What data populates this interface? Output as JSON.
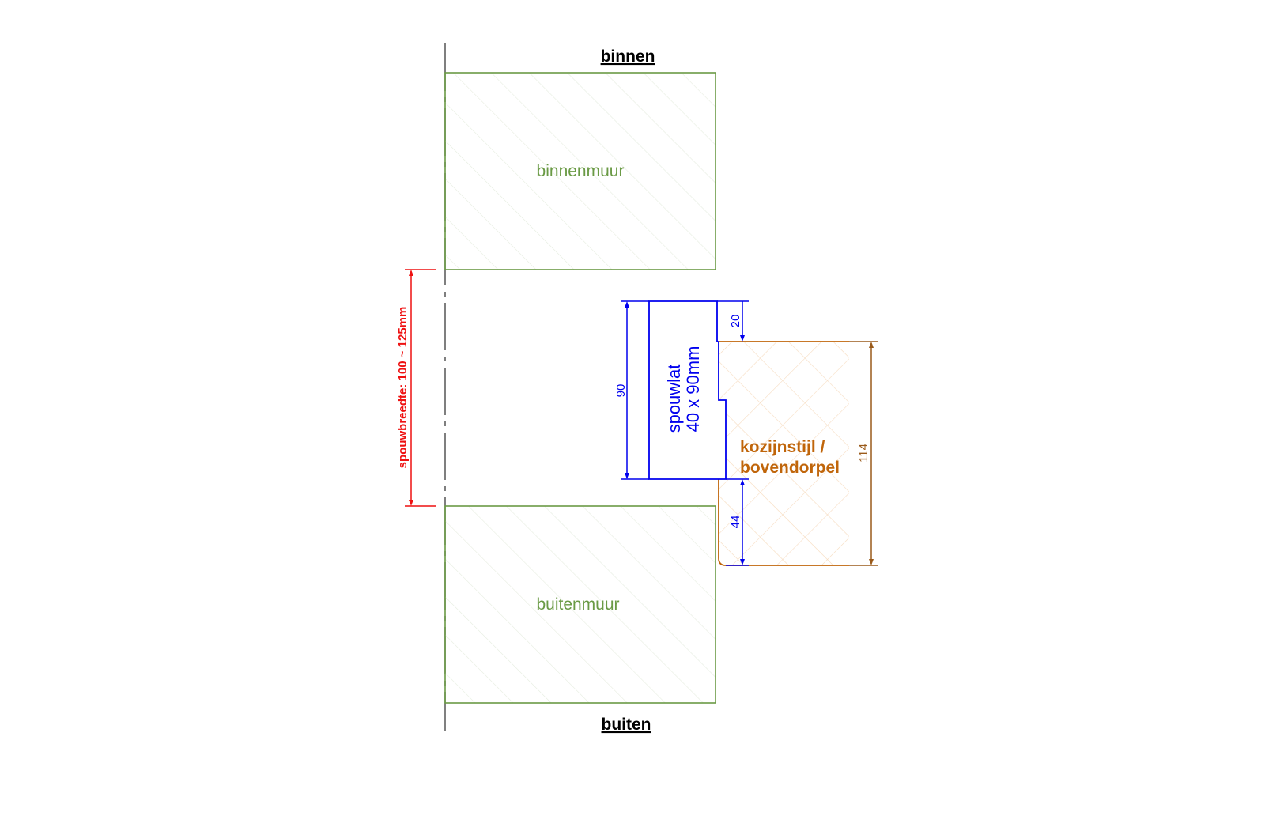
{
  "colors": {
    "wall": "#6a9a45",
    "wall_hatch": "#e6ece0",
    "lath": "#0000ee",
    "frame": "#c0650a",
    "frame_hatch": "#f6dcc0",
    "frame_dim": "#9a5a1a",
    "cavity_dim": "#ee1111",
    "center_line": "#555555"
  },
  "labels": {
    "inside": "binnen",
    "outside": "buiten",
    "inner_wall": "binnenmuur",
    "outer_wall": "buitenmuur",
    "lath_line1": "spouwlat",
    "lath_line2": "40 x 90mm",
    "frame_line1": "kozijnstijl /",
    "frame_line2": "bovendorpel"
  },
  "dimensions": {
    "lath_height": "90",
    "lath_offset_top": "20",
    "lath_offset_bottom": "44",
    "frame_height": "114",
    "cavity_width": "spouwbreedte: 100 ~ 125mm"
  }
}
